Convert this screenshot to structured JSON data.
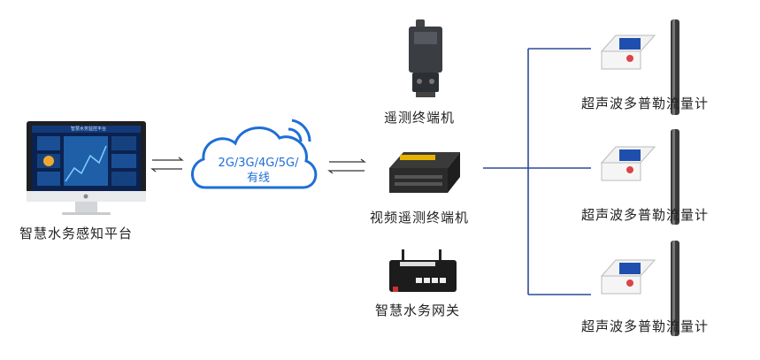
{
  "platform": {
    "label": "智慧水务感知平台",
    "screen_title": "智慧水务监控平台"
  },
  "network": {
    "label_line1": "2G/3G/4G/5G/",
    "label_line2": "有线"
  },
  "devices": [
    {
      "label": "遥测终端机"
    },
    {
      "label": "视频遥测终端机"
    },
    {
      "label": "智慧水务网关"
    }
  ],
  "flowmeters": [
    {
      "label": "超声波多普勒流量计"
    },
    {
      "label": "超声波多普勒流量计"
    },
    {
      "label": "超声波多普勒流量计"
    }
  ],
  "colors": {
    "line": "#2f4a9a",
    "cloud": "#1e6fd6",
    "device_dark": "#2b2b2b"
  }
}
